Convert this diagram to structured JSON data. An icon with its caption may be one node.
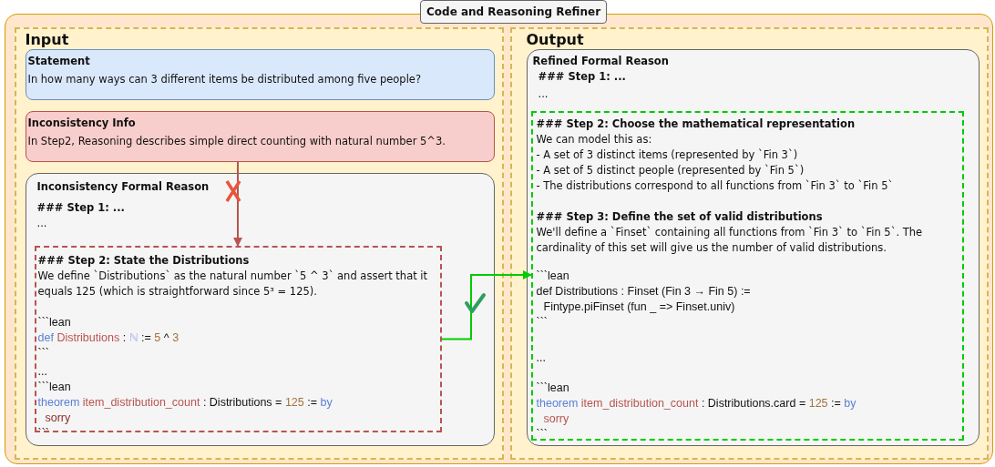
{
  "diagram": {
    "nodes": [
      {
        "text": [
          "Code and Reasoning Refiner"
        ]
      },
      {
        "text": [
          "Input"
        ],
        "in": 0
      },
      {
        "text": [
          "Statement",
          "In how many ways can 3 different items be distributed among five people?"
        ],
        "in": 1
      },
      {
        "text": [
          "Inconsistency Info",
          "In Step2, Reasoning describes simple direct counting with natural number 5^3."
        ],
        "in": 1
      },
      {
        "text": [
          "Inconsistency Formal Reason",
          "### Step 1: ...",
          "..."
        ],
        "in": 1
      },
      {
        "text": [
          "### Step 2: State the Distributions",
          "We define `Distributions` as the natural number `5 ^ 3` and assert that it equals 125 (which is straightforward since 5³ = 125).",
          "```lean",
          "def Distributions : ℕ := 5 ^ 3",
          "```",
          "...",
          "```lean",
          "theorem item_distribution_count : Distributions = 125 := by",
          "sorry",
          "```"
        ],
        "in": 4
      },
      {
        "text": [
          "Output"
        ],
        "in": 0
      },
      {
        "text": [
          "Refined Formal Reason",
          "### Step 1: ...",
          "..."
        ],
        "in": 6
      },
      {
        "text": [
          "### Step 2: Choose the mathematical representation",
          "We can model this as:",
          "- A set of 3 distinct items (represented by `Fin 3`)",
          "- A set of 5 distinct people (represented by `Fin 5`)",
          "- The distributions correspond to all functions from `Fin 3` to `Fin 5`",
          "### Step 3: Define the set of valid distributions",
          "We'll define a `Finset` containing all functions from `Fin 3` to `Fin 5`. The cardinality of this set will give us the number of valid distributions.",
          "```lean",
          "def Distributions : Finset (Fin 3 → Fin 5) :=",
          "Fintype.piFinset (fun _ => Finset.univ)",
          "```",
          "...",
          "```lean",
          "theorem item_distribution_count : Distributions.card = 125 := by",
          "sorry",
          "```"
        ],
        "in": 7
      }
    ],
    "edges": [
      {
        "from": 3,
        "to": 5,
        "arrow": "to",
        "color": "#b85450"
      },
      {
        "from": 5,
        "to": 8,
        "arrow": "to",
        "color": "#00cc00"
      }
    ]
  }
}
